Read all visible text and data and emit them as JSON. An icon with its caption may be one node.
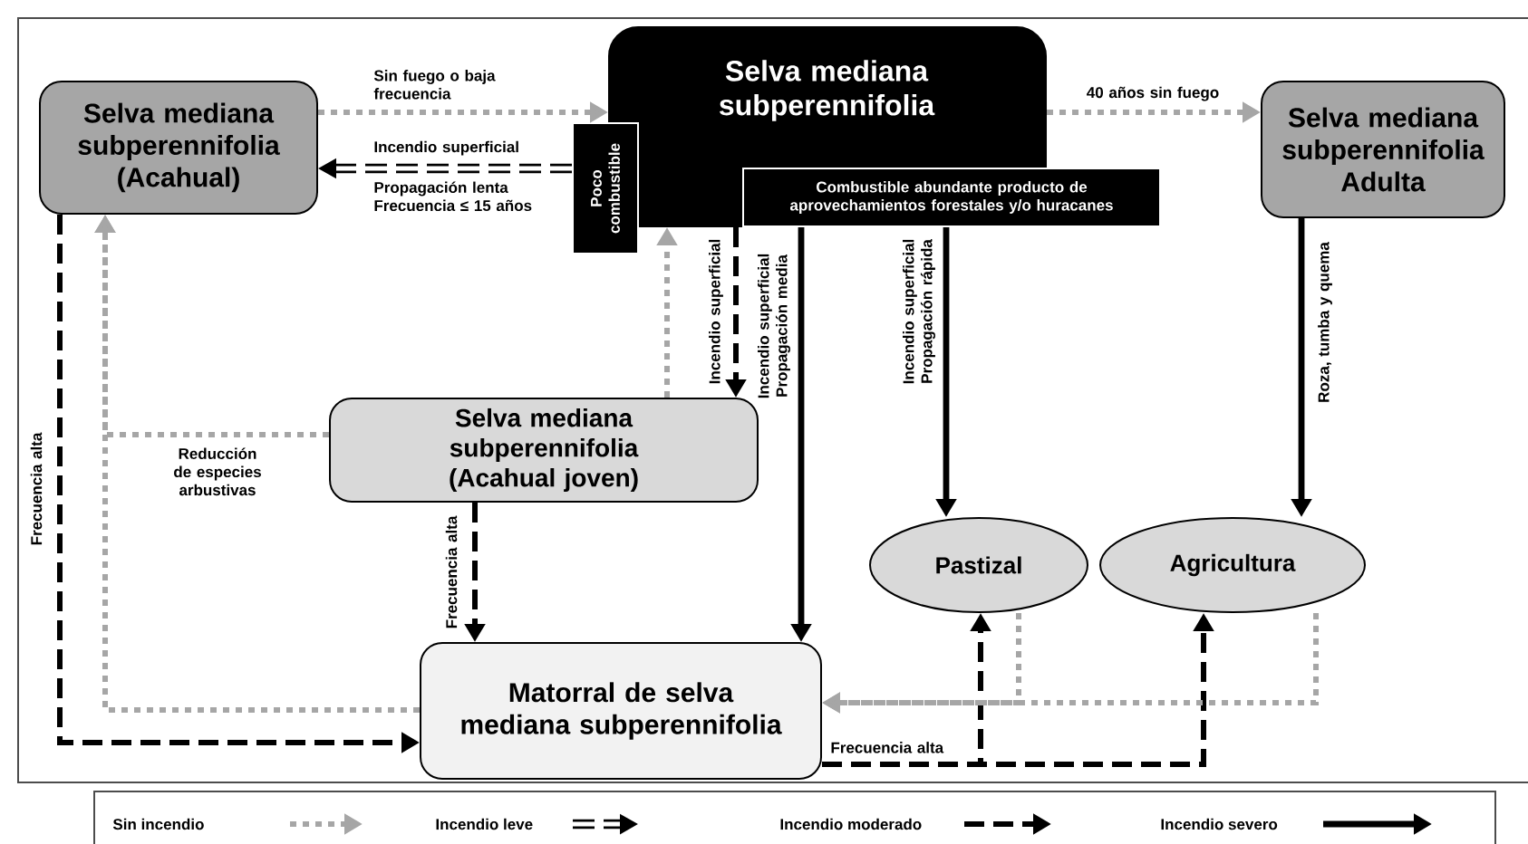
{
  "diagram": {
    "nodes": [
      {
        "text": [
          "Selva mediana subperennifolia (Acahual)"
        ]
      },
      {
        "text": [
          "Selva mediana subperennifolia"
        ]
      },
      {
        "text": [
          "Poco combustible"
        ]
      },
      {
        "text": [
          "Combustible abundante producto de aprovechamientos forestales y/o huracanes"
        ]
      },
      {
        "text": [
          "Selva mediana subperennifolia Adulta"
        ]
      },
      {
        "text": [
          "Selva mediana subperennifolia (Acahual joven)"
        ]
      },
      {
        "text": [
          "Pastizal"
        ]
      },
      {
        "text": [
          "Agricultura"
        ]
      },
      {
        "text": [
          "Matorral de selva mediana subperennifolia"
        ]
      }
    ],
    "edges": [
      {
        "from": 0,
        "to": 1,
        "arrow": "to",
        "label": "Sin fuego o baja frecuencia",
        "style": "dashed",
        "color": "#a6a6a6"
      },
      {
        "from": 2,
        "to": 0,
        "arrow": "to",
        "label": "Incendio superficial",
        "style": "dashed"
      },
      {
        "from": 1,
        "to": 4,
        "arrow": "to",
        "label": "40 años sin fuego",
        "style": "dashed",
        "color": "#a6a6a6"
      },
      {
        "from": 1,
        "to": 5,
        "arrow": "to",
        "label": "Incendio superficial",
        "style": "dashed"
      },
      {
        "from": 5,
        "to": 1,
        "arrow": "to",
        "style": "dashed",
        "color": "#a6a6a6"
      },
      {
        "from": 3,
        "to": 8,
        "arrow": "to",
        "label": "Incendio superficial Propagación media"
      },
      {
        "from": 3,
        "to": 6,
        "arrow": "to",
        "label": "Incendio superficial Propagación rápida"
      },
      {
        "from": 4,
        "to": 7,
        "arrow": "to",
        "label": "Roza, tumba y quema"
      },
      {
        "from": 0,
        "to": 8,
        "arrow": "to",
        "label": "Frecuencia alta",
        "style": "dashed"
      },
      {
        "from": 8,
        "to": 0,
        "arrow": "to",
        "style": "dashed",
        "color": "#a6a6a6"
      },
      {
        "from": 5,
        "to": 0,
        "arrow": "to",
        "label": "Reducción de especies arbustivas",
        "style": "dashed",
        "color": "#a6a6a6"
      },
      {
        "from": 5,
        "to": 8,
        "arrow": "to",
        "label": "Frecuencia alta",
        "style": "dashed"
      },
      {
        "from": 8,
        "to": 6,
        "arrow": "to",
        "label": "Frecuencia alta",
        "style": "dashed"
      },
      {
        "from": 8,
        "to": 7,
        "arrow": "to",
        "style": "dashed"
      },
      {
        "from": 6,
        "to": 8,
        "arrow": "to",
        "style": "dashed",
        "color": "#a6a6a6"
      },
      {
        "from": 7,
        "to": 8,
        "arrow": "to",
        "style": "dashed",
        "color": "#a6a6a6"
      }
    ],
    "labels": [
      "Propagación lenta Frecuencia ≤ 15 años"
    ],
    "legend": [
      {
        "text": "Sin incendio"
      },
      {
        "text": "Incendio leve"
      },
      {
        "text": "Incendio moderado"
      },
      {
        "text": "Incendio severo"
      }
    ]
  }
}
